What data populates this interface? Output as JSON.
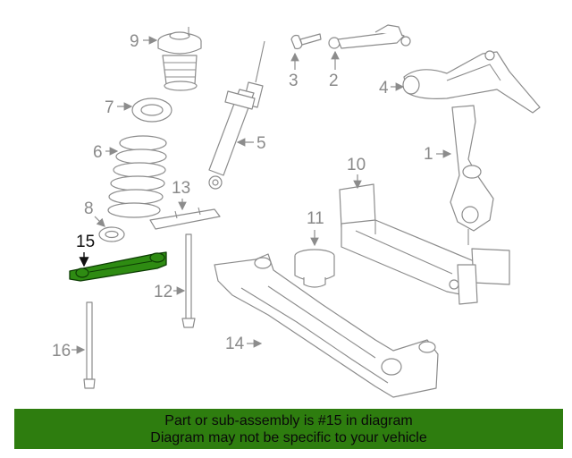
{
  "colors": {
    "banner_background": "#2e7d0f",
    "highlight_part": "#2e8b12",
    "callout_gray": "#8a8a8a",
    "line_art": "#8c8c8c"
  },
  "callouts": {
    "n1": "1",
    "n2": "2",
    "n3": "3",
    "n4": "4",
    "n5": "5",
    "n6": "6",
    "n7": "7",
    "n8": "8",
    "n9": "9",
    "n10": "10",
    "n11": "11",
    "n12": "12",
    "n13": "13",
    "n14": "14",
    "n15": "15",
    "n16": "16"
  },
  "banner": {
    "line1": "Part or sub-assembly is #15 in diagram",
    "line2": "Diagram may not be specific to your vehicle"
  }
}
